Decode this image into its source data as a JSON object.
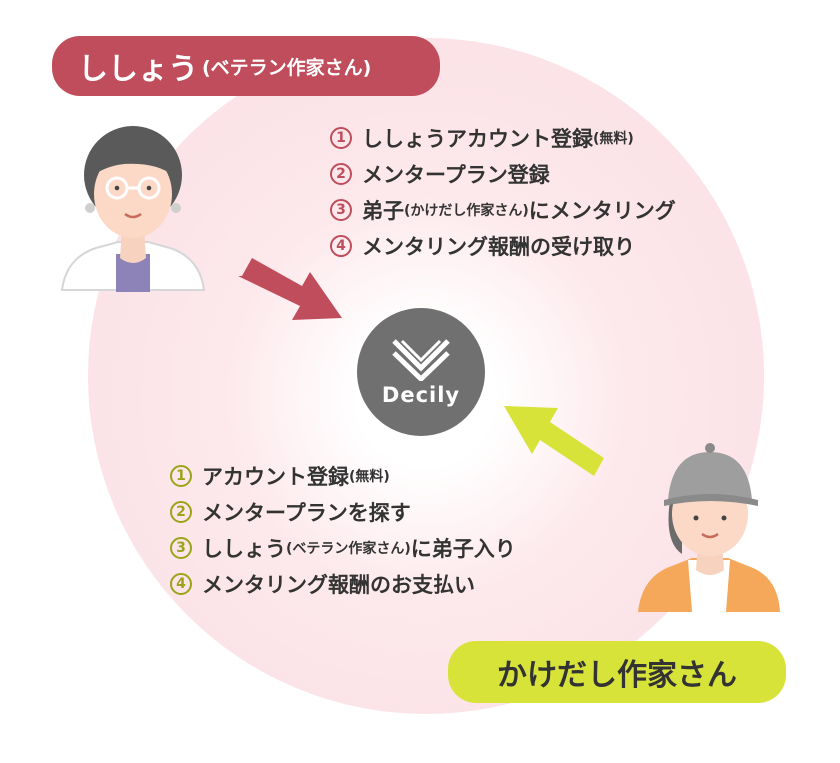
{
  "mentor": {
    "label": "ししょう",
    "label_sub": "(ベテラン作家さん)",
    "steps": [
      {
        "num": "1",
        "text": "ししょうアカウント登録",
        "note": "(無料)",
        "tail": ""
      },
      {
        "num": "2",
        "text": "メンタープラン登録",
        "note": "",
        "tail": ""
      },
      {
        "num": "3",
        "text": "弟子",
        "note": "(かけだし作家さん)",
        "tail": "にメンタリング"
      },
      {
        "num": "4",
        "text": "メンタリング報酬の受け取り",
        "note": "",
        "tail": ""
      }
    ]
  },
  "junior": {
    "label": "かけだし作家さん",
    "steps": [
      {
        "num": "1",
        "text": "アカウント登録",
        "note": "(無料)",
        "tail": ""
      },
      {
        "num": "2",
        "text": "メンタープランを探す",
        "note": "",
        "tail": ""
      },
      {
        "num": "3",
        "text": "ししょう",
        "note": "(ベテラン作家さん)",
        "tail": "に弟子入り"
      },
      {
        "num": "4",
        "text": "メンタリング報酬のお支払い",
        "note": "",
        "tail": ""
      }
    ]
  },
  "logo": {
    "text": "Decily"
  },
  "colors": {
    "mentor_accent": "#c04d5c",
    "junior_accent": "#d8e33a",
    "background_circle": "#fbe3e7",
    "logo_bg": "#707070"
  },
  "icons": [
    "mentor-avatar-icon",
    "junior-avatar-icon",
    "decily-logo-icon",
    "arrow-right-down-icon",
    "arrow-left-up-icon"
  ]
}
